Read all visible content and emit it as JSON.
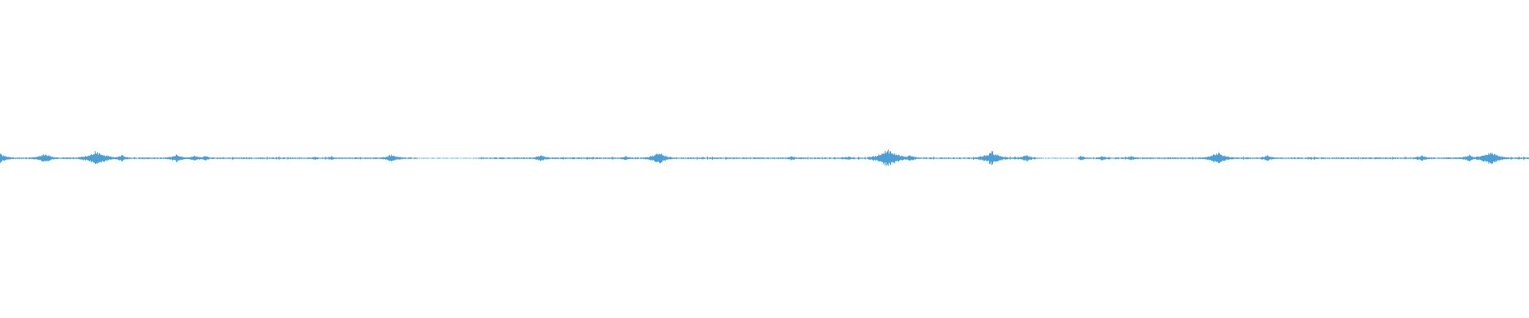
{
  "waveform": {
    "color": "#4a9fd8",
    "background": "#ffffff",
    "bursts": [
      {
        "pos": 0.0,
        "amp": 0.55
      },
      {
        "pos": 0.029,
        "amp": 0.55
      },
      {
        "pos": 0.063,
        "amp": 0.85
      },
      {
        "pos": 0.079,
        "amp": 0.4
      },
      {
        "pos": 0.115,
        "amp": 0.45
      },
      {
        "pos": 0.127,
        "amp": 0.35
      },
      {
        "pos": 0.134,
        "amp": 0.3
      },
      {
        "pos": 0.206,
        "amp": 0.22
      },
      {
        "pos": 0.217,
        "amp": 0.22
      },
      {
        "pos": 0.256,
        "amp": 0.45
      },
      {
        "pos": 0.354,
        "amp": 0.4
      },
      {
        "pos": 0.409,
        "amp": 0.25
      },
      {
        "pos": 0.431,
        "amp": 0.65
      },
      {
        "pos": 0.518,
        "amp": 0.25
      },
      {
        "pos": 0.555,
        "amp": 0.25
      },
      {
        "pos": 0.581,
        "amp": 1.0
      },
      {
        "pos": 0.595,
        "amp": 0.4
      },
      {
        "pos": 0.649,
        "amp": 0.75
      },
      {
        "pos": 0.671,
        "amp": 0.4
      },
      {
        "pos": 0.707,
        "amp": 0.3
      },
      {
        "pos": 0.721,
        "amp": 0.3
      },
      {
        "pos": 0.74,
        "amp": 0.3
      },
      {
        "pos": 0.797,
        "amp": 0.7
      },
      {
        "pos": 0.829,
        "amp": 0.35
      },
      {
        "pos": 0.93,
        "amp": 0.35
      },
      {
        "pos": 0.961,
        "amp": 0.4
      },
      {
        "pos": 0.975,
        "amp": 0.75
      }
    ],
    "silent_gaps": [
      {
        "start": 0.273,
        "end": 0.312
      },
      {
        "start": 0.68,
        "end": 0.705
      }
    ]
  }
}
